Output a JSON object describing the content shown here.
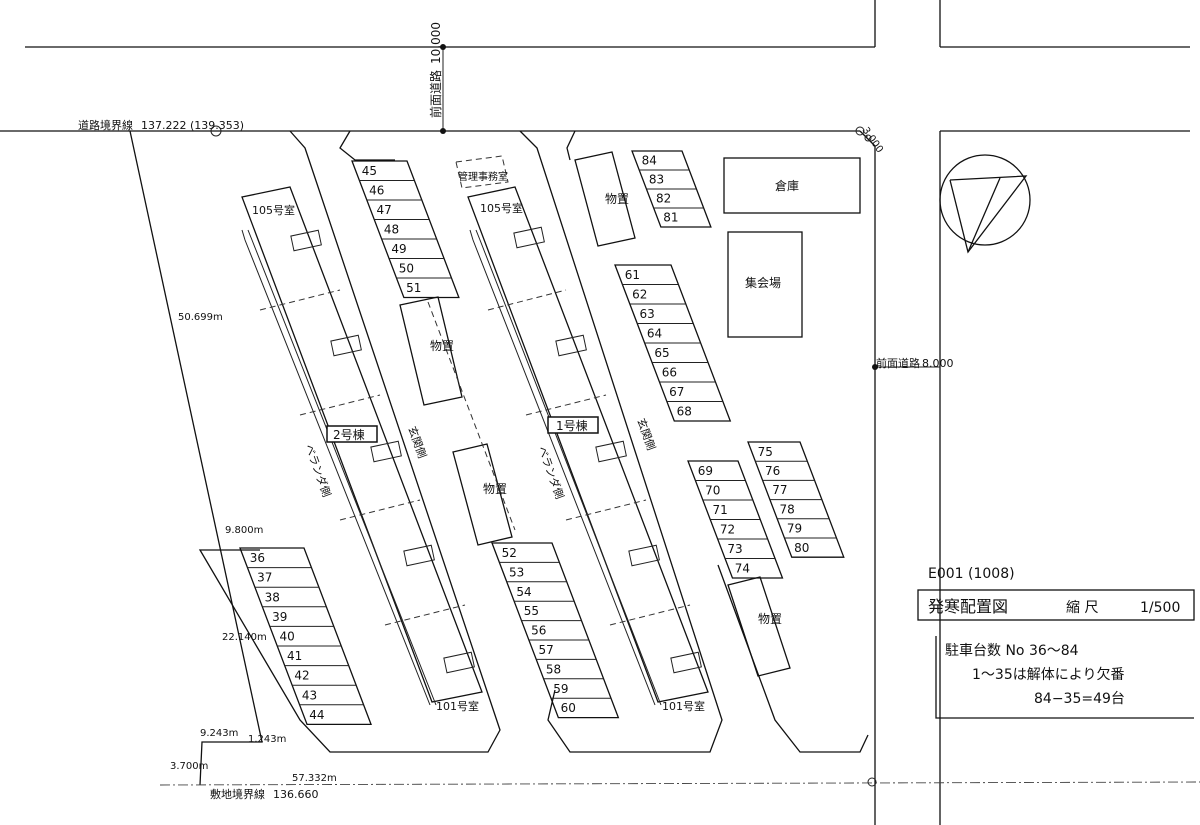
{
  "roads": {
    "north_road_label": "前面道路",
    "north_road_width": "10.000",
    "east_road_label": "前面道路",
    "east_road_width": "8.000",
    "corner_cut": "3.000"
  },
  "boundaries": {
    "road_boundary_label": "道路境界線",
    "road_boundary_value": "137.222 (139.353)",
    "site_boundary_label": "敷地境界線",
    "site_boundary_value": "136.660",
    "dim_west": "50.699m",
    "dim_lot_top": "9.800m",
    "dim_lot_side": "22.140m",
    "dim_sw_a": "9.243m",
    "dim_sw_b": "1.243m",
    "dim_sw_c": "3.700m",
    "dim_bottom": "57.332m"
  },
  "buildings": {
    "b2_name": "2号棟",
    "b1_name": "1号棟",
    "room_105": "105号室",
    "room_101": "101号室",
    "veranda": "ベランダ側",
    "entrance": "玄関側",
    "admin_room": "管理事務室",
    "storage": "物置",
    "warehouse": "倉庫",
    "meeting_hall": "集会場"
  },
  "parking": {
    "col_a": [
      "36",
      "37",
      "38",
      "39",
      "40",
      "41",
      "42",
      "43",
      "44"
    ],
    "col_b": [
      "45",
      "46",
      "47",
      "48",
      "49",
      "50",
      "51"
    ],
    "col_c": [
      "52",
      "53",
      "54",
      "55",
      "56",
      "57",
      "58",
      "59",
      "60"
    ],
    "col_d": [
      "61",
      "62",
      "63",
      "64",
      "65",
      "66",
      "67",
      "68"
    ],
    "col_e": [
      "69",
      "70",
      "71",
      "72",
      "73",
      "74"
    ],
    "col_f": [
      "75",
      "76",
      "77",
      "78",
      "79",
      "80"
    ],
    "col_g": [
      "84",
      "83",
      "82",
      "81"
    ]
  },
  "titleblock": {
    "code": "E001 (1008)",
    "title": "発寒配置図",
    "scale_label": "縮 尺",
    "scale_value": "1/500",
    "note1": "駐車台数 No 36〜84",
    "note2": "1〜35は解体により欠番",
    "note3": "84−35=49台"
  }
}
